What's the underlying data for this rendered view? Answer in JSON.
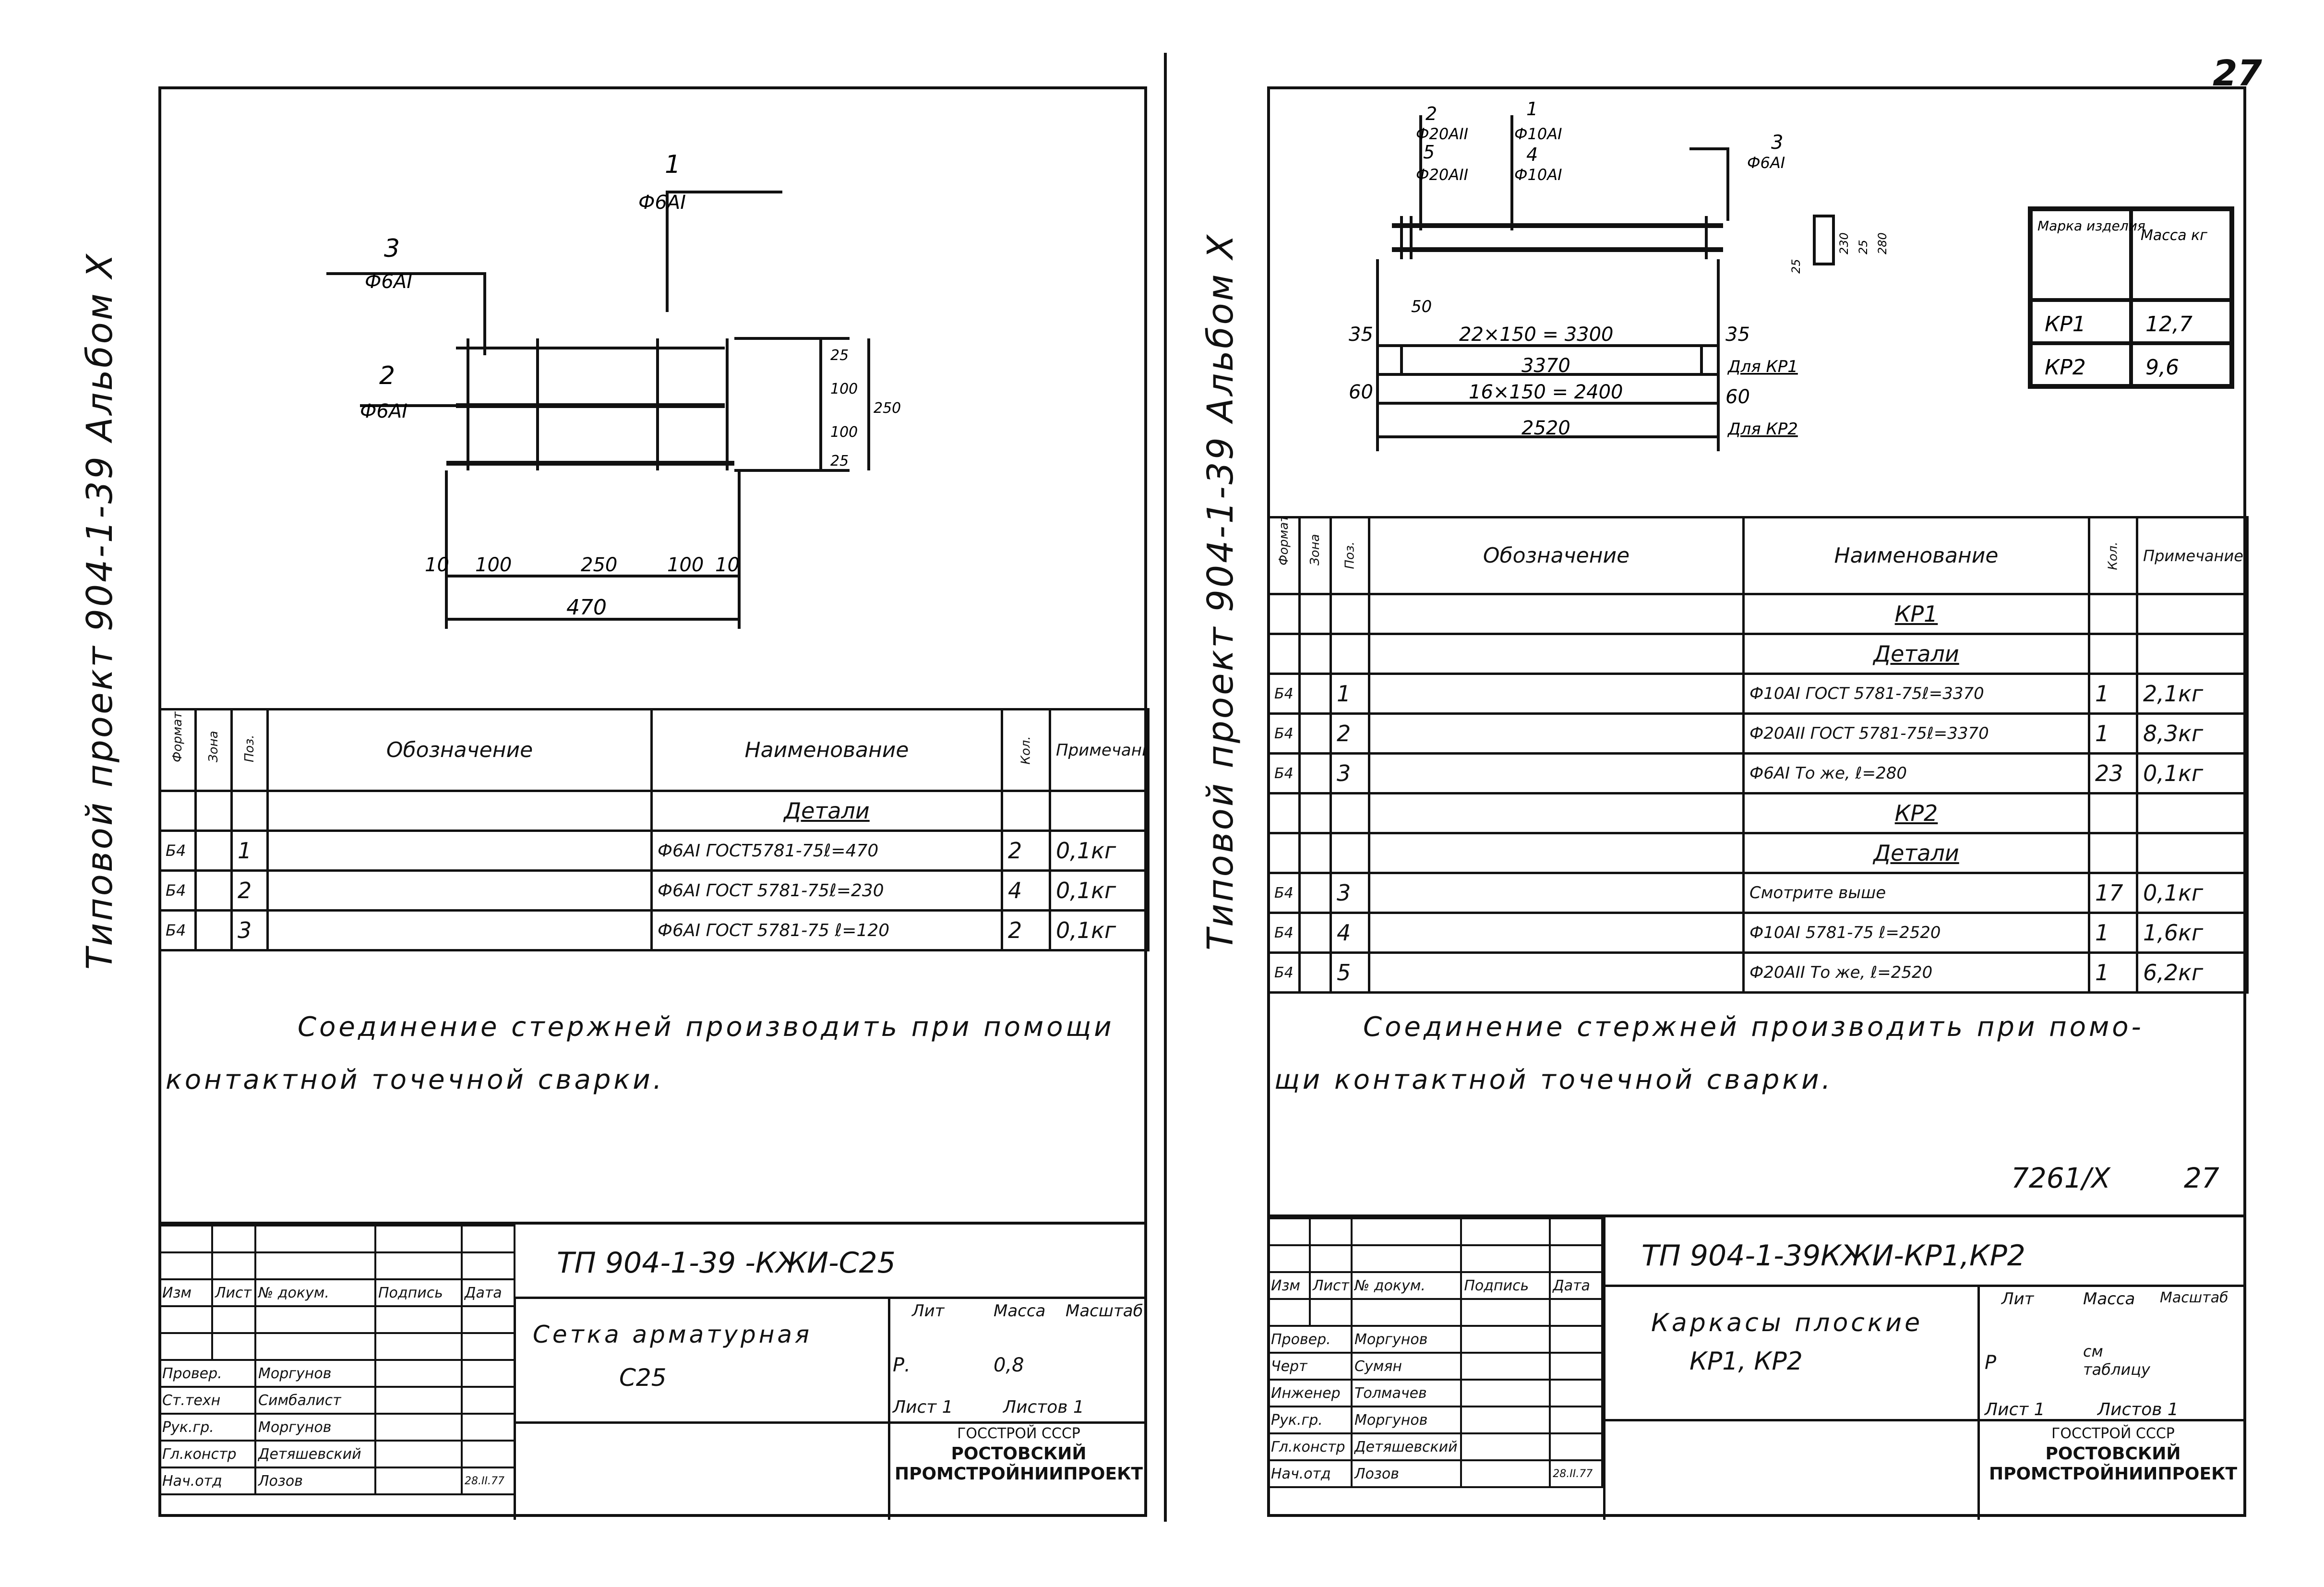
{
  "left": {
    "side_label": "Типовой проект 904-1-39 Альбом X",
    "drawing": {
      "pos1": "1",
      "pos1_rod": "Ф6АІ",
      "pos2": "2",
      "pos2_rod": "Ф6АІ",
      "pos3": "3",
      "pos3_rod": "Ф6АІ",
      "dims_right": [
        "25",
        "100",
        "100",
        "25",
        "250"
      ],
      "dims_bottom": [
        "10",
        "100",
        "250",
        "100",
        "10"
      ],
      "dim_total": "470"
    },
    "spec": {
      "headers": {
        "format": "Формат",
        "zone": "Зона",
        "pos": "Поз.",
        "designation": "Обозначение",
        "name": "Наименование",
        "qty": "Кол.",
        "note": "Примечание"
      },
      "section": "Детали",
      "rows": [
        {
          "format": "Б4",
          "pos": "1",
          "name": "Ф6АІ ГОСТ5781-75ℓ=470",
          "qty": "2",
          "note": "0,1кг"
        },
        {
          "format": "Б4",
          "pos": "2",
          "name": "Ф6АІ ГОСТ 5781-75ℓ=230",
          "qty": "4",
          "note": "0,1кг"
        },
        {
          "format": "Б4",
          "pos": "3",
          "name": "Ф6АІ ГОСТ 5781-75 ℓ=120",
          "qty": "2",
          "note": "0,1кг"
        }
      ]
    },
    "note_line1": "Соединение стержней производить при помощи",
    "note_line2": "контактной точечной сварки.",
    "title_block": {
      "doc_code": "ТП 904-1-39 -КЖИ-С25",
      "col_headers": [
        "Изм",
        "Лист",
        "№ докум.",
        "Подпись",
        "Дата"
      ],
      "roles": [
        "Провер.",
        "Ст.техн",
        "Рук.гр.",
        "Гл.констр",
        "Нач.отд"
      ],
      "names": [
        "Моргунов",
        "Симбалист",
        "Моргунов",
        "Детяшевский",
        "Лозов"
      ],
      "date": "28.II.77",
      "title_line1": "Сетка арматурная",
      "title_line2": "С25",
      "lit_label": "Лит",
      "mass_label": "Масса",
      "scale_label": "Масштаб",
      "lit_value": "Р.",
      "mass_value": "0,8",
      "sheet_label": "Лист 1",
      "sheets_label": "Листов 1",
      "org1": "ГОССТРОЙ СССР",
      "org2": "РОСТОВСКИЙ",
      "org3": "ПРОМСТРОЙНИИПРОЕКТ"
    }
  },
  "right": {
    "page_number": "27",
    "side_label": "Типовой проект 904-1-39 Альбом X",
    "drawing": {
      "pos1": "1",
      "pos1_rod": "Ф10АІ",
      "pos2": "2",
      "pos2_rod": "Ф20АІІ",
      "pos3": "3",
      "pos3_rod": "Ф6АІ",
      "pos4": "4",
      "pos4_rod": "Ф10АІ",
      "pos5": "5",
      "pos5_rod": "Ф20АІІ",
      "d35a": "35",
      "d35b": "35",
      "d60a": "60",
      "d60b": "60",
      "d50": "50",
      "kp1_span": "22×150 = 3300",
      "kp1_total": "3370",
      "kp1_for": "Для КР1",
      "kp2_span": "16×150 = 2400",
      "kp2_total": "2520",
      "kp2_for": "Для КР2",
      "section_dims": [
        "25",
        "230",
        "25",
        "280"
      ]
    },
    "mass_table": {
      "h1": "Марка изделия",
      "h2": "Масса кг",
      "rows": [
        {
          "mark": "КР1",
          "mass": "12,7"
        },
        {
          "mark": "КР2",
          "mass": "9,6"
        }
      ]
    },
    "spec": {
      "headers": {
        "format": "Формат",
        "zone": "Зона",
        "pos": "Поз.",
        "designation": "Обозначение",
        "name": "Наименование",
        "qty": "Кол.",
        "note": "Примечание"
      },
      "kp1": "КР1",
      "kp1_section": "Детали",
      "kp1_rows": [
        {
          "format": "Б4",
          "pos": "1",
          "name": "Ф10АІ ГОСТ 5781-75ℓ=3370",
          "qty": "1",
          "note": "2,1кг"
        },
        {
          "format": "Б4",
          "pos": "2",
          "name": "Ф20АІІ ГОСТ 5781-75ℓ=3370",
          "qty": "1",
          "note": "8,3кг"
        },
        {
          "format": "Б4",
          "pos": "3",
          "name": "Ф6АІ То же, ℓ=280",
          "qty": "23",
          "note": "0,1кг"
        }
      ],
      "kp2": "КР2",
      "kp2_section": "Детали",
      "kp2_rows": [
        {
          "format": "Б4",
          "pos": "3",
          "name": "Смотрите выше",
          "qty": "17",
          "note": "0,1кг"
        },
        {
          "format": "Б4",
          "pos": "4",
          "name": "Ф10АІ 5781-75 ℓ=2520",
          "qty": "1",
          "note": "1,6кг"
        },
        {
          "format": "Б4",
          "pos": "5",
          "name": "Ф20АІІ То же, ℓ=2520",
          "qty": "1",
          "note": "6,2кг"
        }
      ]
    },
    "note_line1": "Соединение стержней производить при помо-",
    "note_line2": "щи контактной точечной сварки.",
    "sheet_ref": "7261/X",
    "sheet_ref_no": "27",
    "title_block": {
      "doc_code": "ТП 904-1-39КЖИ-КР1,КР2",
      "col_headers": [
        "Изм",
        "Лист",
        "№ докум.",
        "Подпись",
        "Дата"
      ],
      "roles": [
        "Провер.",
        "Черт",
        "Инженер",
        "Рук.гр.",
        "Гл.констр",
        "Нач.отд"
      ],
      "names": [
        "Моргунов",
        "Сумян",
        "Толмачев",
        "Моргунов",
        "Детяшевский",
        "Лозов"
      ],
      "date": "28.II.77",
      "title_line1": "Каркасы плоские",
      "title_line2": "КР1, КР2",
      "lit_label": "Лит",
      "mass_label": "Масса",
      "scale_label": "Масштаб",
      "lit_value": "Р",
      "mass_value": "см таблицу",
      "sheet_label": "Лист 1",
      "sheets_label": "Листов 1",
      "org1": "ГОССТРОЙ СССР",
      "org2": "РОСТОВСКИЙ",
      "org3": "ПРОМСТРОЙНИИПРОЕКТ"
    }
  }
}
